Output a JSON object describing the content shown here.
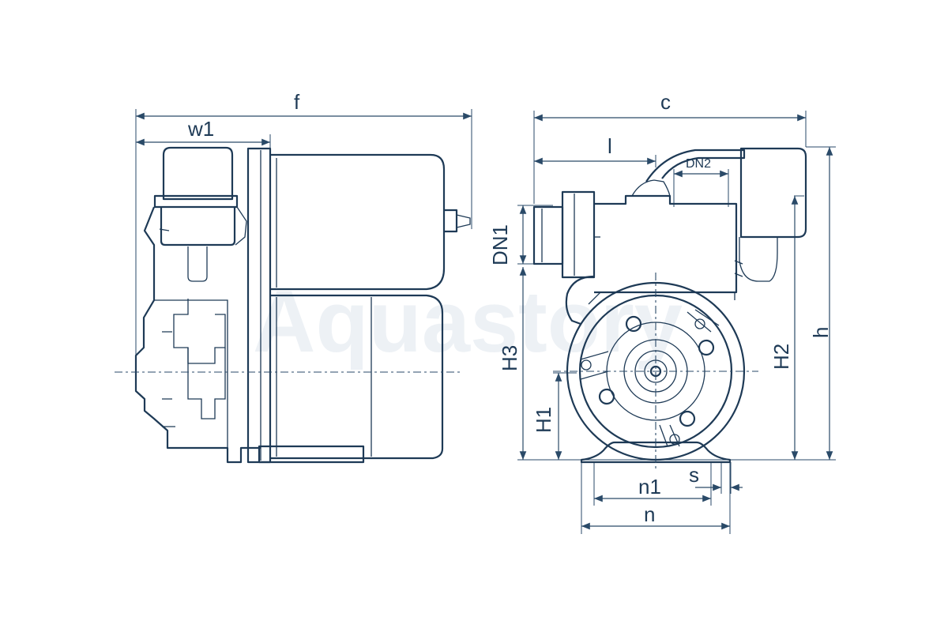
{
  "watermark": "Aquastory",
  "dimensions": {
    "f": "f",
    "w1": "w1",
    "c": "c",
    "l": "l",
    "DN2": "DN2",
    "DN1": "DN1",
    "H3": "H3",
    "H2": "H2",
    "h": "h",
    "H1": "H1",
    "n1": "n1",
    "s": "s",
    "n": "n"
  },
  "colors": {
    "line": "#1e3a56",
    "watermark": "#dfe6ee",
    "background": "#ffffff"
  }
}
